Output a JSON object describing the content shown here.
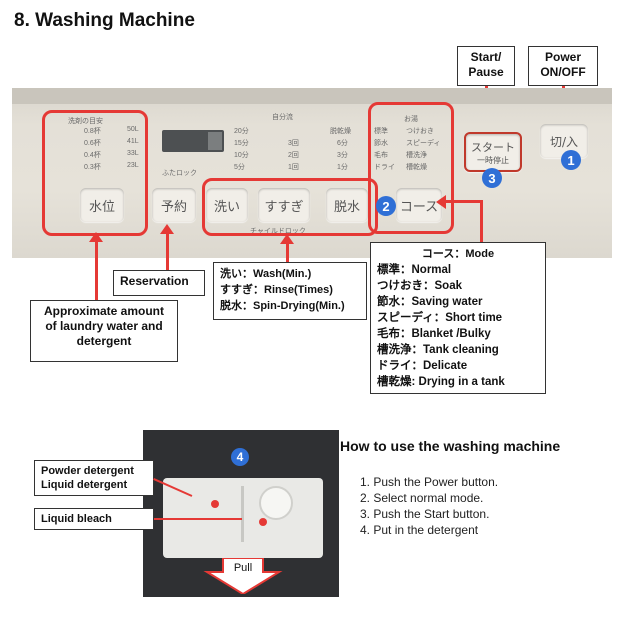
{
  "page_title": "8. Washing Machine",
  "colors": {
    "accent_red": "#e53935",
    "step_blue": "#2f6fd6"
  },
  "top_labels": {
    "start_pause": [
      "Start/",
      "Pause"
    ],
    "power": [
      "Power",
      "ON/OFF"
    ]
  },
  "panel": {
    "water_header": "洗剤の目安",
    "water_levels": [
      "0.8杯",
      "0.6杯",
      "0.4杯",
      "0.3杯"
    ],
    "water_liters": [
      "50L",
      "41L",
      "33L",
      "23L"
    ],
    "timer_header": "自分流",
    "wash_minutes": [
      "20分",
      "15分",
      "10分",
      "5分"
    ],
    "rinse_times": [
      "3回",
      "2回",
      "1回"
    ],
    "spin_minutes": [
      "脱乾燥",
      "6分",
      "3分",
      "1分"
    ],
    "course_header": "お湯",
    "courses_left": [
      "標準",
      "節水",
      "毛布",
      "ドライ"
    ],
    "courses_right": [
      "つけおき",
      "スピーディ",
      "槽洗浄",
      "槽乾燥"
    ],
    "lock_label": "ふたロック",
    "child_lock_label": "チャイルドロック",
    "buttons": {
      "water": "水位",
      "reserve": "予約",
      "wash": "洗い",
      "rinse": "すすぎ",
      "spin": "脱水",
      "course": "コース",
      "start": "スタート",
      "start_sub": "一時停止",
      "power": "切/入"
    },
    "step_numbers": {
      "power": "1",
      "course": "2",
      "start": "3"
    }
  },
  "annotations": {
    "reservation": "Reservation",
    "water_amount": [
      "Approximate amount",
      "of laundry water and",
      "detergent"
    ],
    "wash_legend": [
      "洗い：Wash(Min.)",
      "すすぎ：Rinse(Times)",
      "脱水：Spin-Drying(Min.)"
    ],
    "mode_title": "コース：Mode",
    "modes": [
      "標準：Normal",
      "つけおき：Soak",
      "節水：Saving water",
      "スピーディ：Short time",
      "毛布：Blanket /Bulky",
      "槽洗浄：Tank cleaning",
      "ドライ：Delicate",
      "槽乾燥: Drying in a tank"
    ]
  },
  "detergent_photo": {
    "step_number": "4",
    "powder_liquid": [
      "Powder detergent",
      "Liquid detergent"
    ],
    "bleach": "Liquid bleach",
    "pull": "Pull"
  },
  "howto": {
    "title": "How  to use the washing machine",
    "steps": [
      "1.  Push the Power button.",
      "2.  Select normal mode.",
      "3.  Push the Start button.",
      "4.  Put in the detergent"
    ]
  }
}
